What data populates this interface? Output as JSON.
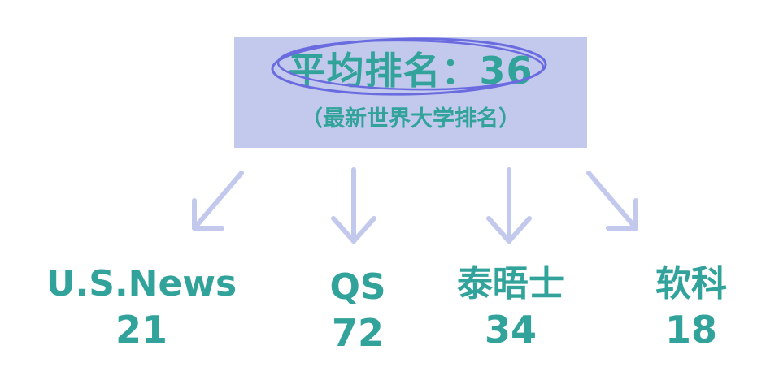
{
  "headline": {
    "title": "平均排名：36",
    "subtitle": "（最新世界大学排名）"
  },
  "colors": {
    "box_fill": "#c3c9ed",
    "text_teal": "#31a39b",
    "arrow": "#c3c9ed",
    "circle_mark": "#6b6be0"
  },
  "rankings": [
    {
      "source": "U.S.News",
      "rank": "21"
    },
    {
      "source": "QS",
      "rank": "72"
    },
    {
      "source": "泰晤士",
      "rank": "34"
    },
    {
      "source": "软科",
      "rank": "18"
    }
  ]
}
